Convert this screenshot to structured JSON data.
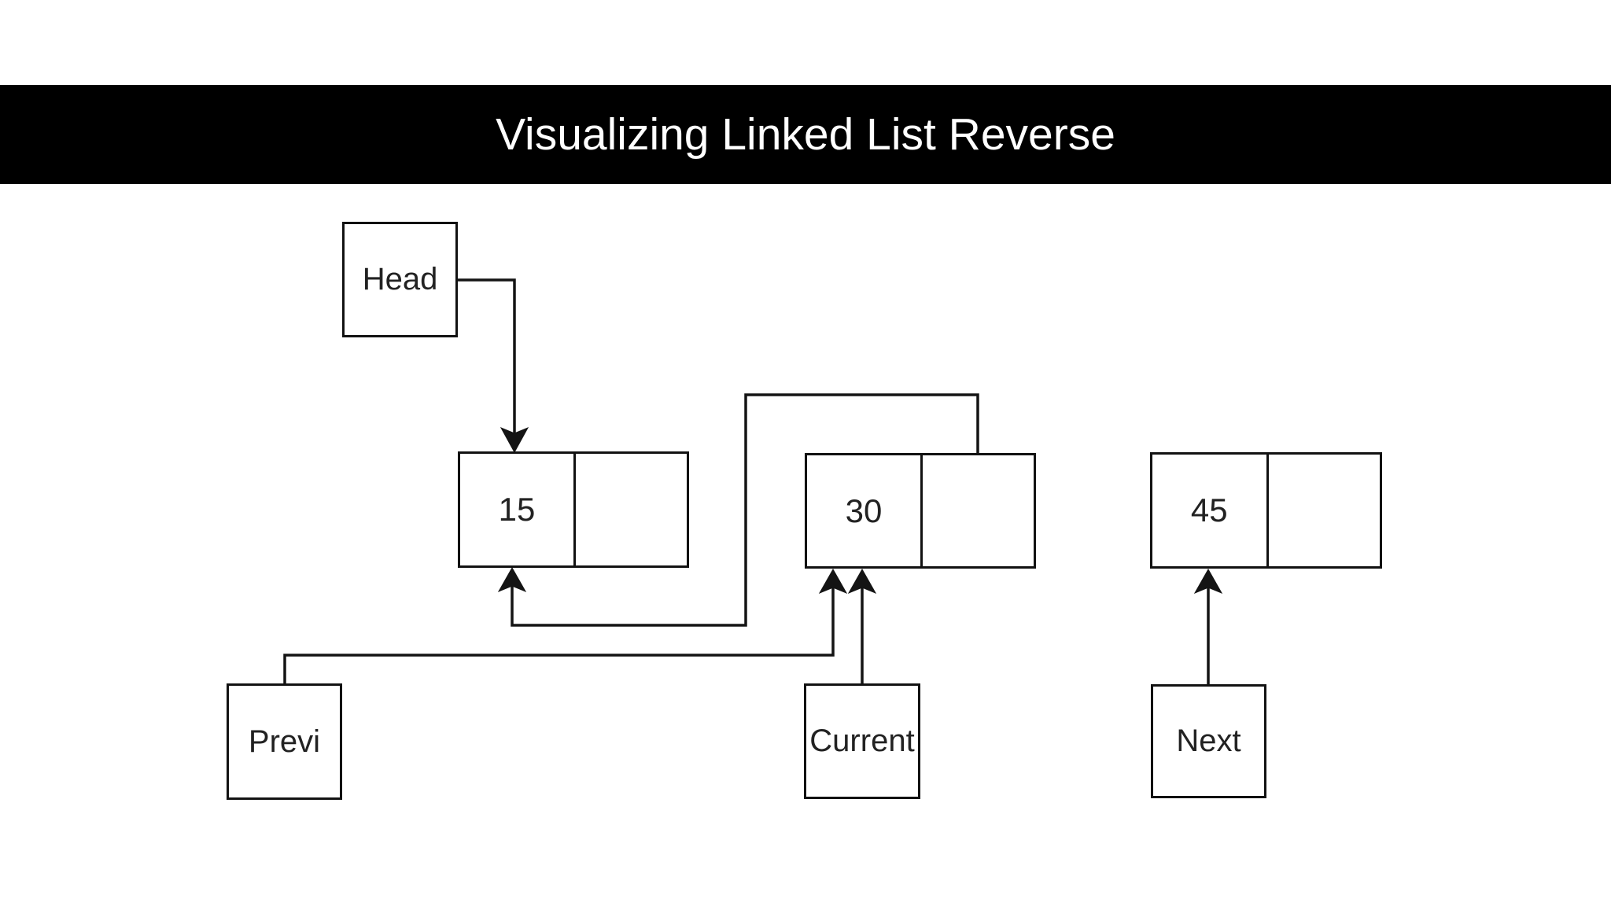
{
  "title": "Visualizing Linked List Reverse",
  "colors": {
    "title_bar_bg": "#000000",
    "title_text": "#ffffff",
    "diagram_line": "#141414",
    "background": "#ffffff"
  },
  "diagram": {
    "pointers": {
      "head": "Head",
      "previous": "Previ",
      "current": "Current",
      "next": "Next"
    },
    "nodes": [
      {
        "value": "15",
        "next_pointer": "null-slash"
      },
      {
        "value": "30",
        "next_pointer": "arrow-to-node-15"
      },
      {
        "value": "45",
        "next_pointer": "null-slash"
      }
    ]
  }
}
